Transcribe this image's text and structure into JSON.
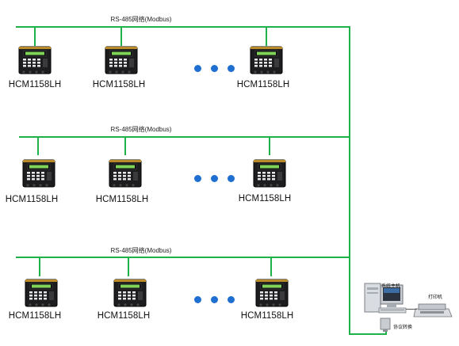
{
  "network": {
    "bus_color": "#1fb14a",
    "rows": [
      {
        "bus_label": "RS-485网络(Modbus)",
        "devices": [
          {
            "label": "HCM1158LH"
          },
          {
            "label": "HCM1158LH"
          },
          {
            "label": "HCM1158LH"
          }
        ]
      },
      {
        "bus_label": "RS-485网络(Modbus)",
        "devices": [
          {
            "label": "HCM1158LH"
          },
          {
            "label": "HCM1158LH"
          },
          {
            "label": "HCM1158LH"
          }
        ]
      },
      {
        "bus_label": "RS-485网络(Modbus)",
        "devices": [
          {
            "label": "HCM1158LH"
          },
          {
            "label": "HCM1158LH"
          },
          {
            "label": "HCM1158LH"
          }
        ]
      }
    ],
    "ellipsis_color": "#1f6fd0"
  },
  "host": {
    "computer_label": "系统主机",
    "printer_label": "打印机",
    "converter_label": "协议转换"
  }
}
